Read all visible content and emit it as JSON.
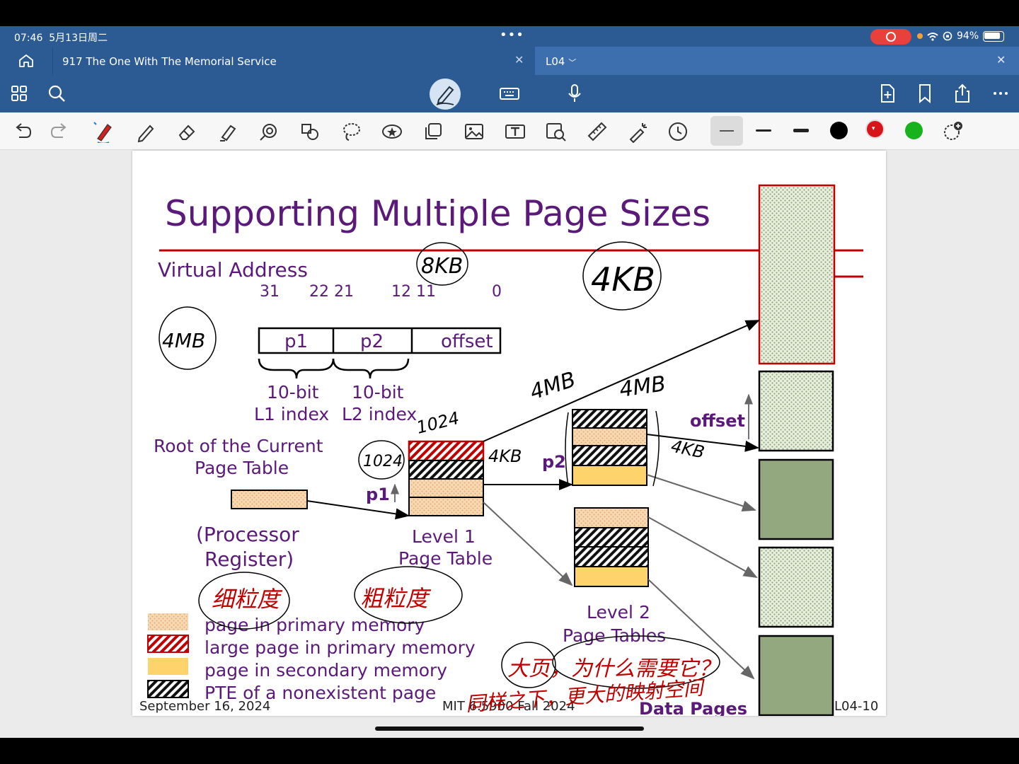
{
  "status_bar": {
    "time": "07:46",
    "date": "5月13日周二",
    "battery": "94%"
  },
  "tabs": [
    {
      "title": "917 The One With The Memorial Service"
    },
    {
      "title": "L04"
    }
  ],
  "colors": {
    "accent": "#2c5b94",
    "title": "#5b1a7a",
    "red_line": "#c00000",
    "purple_text": "#5b1a7a"
  },
  "slide": {
    "title": "Supporting Multiple Page Sizes",
    "va_label": "Virtual Address",
    "bits": [
      "31",
      "22 21",
      "12 11",
      "0"
    ],
    "fields": [
      "p1",
      "p2",
      "offset"
    ],
    "idx1_a": "10-bit",
    "idx1_b": "L1 index",
    "idx2_a": "10-bit",
    "idx2_b": "L2 index",
    "root_a": "Root of the Current",
    "root_b": "Page Table",
    "proc_a": "(Processor",
    "proc_b": "Register)",
    "l1_a": "Level 1",
    "l1_b": "Page Table",
    "l2_a": "Level 2",
    "l2_b": "Page Tables",
    "p1": "p1",
    "p2": "p2",
    "offset_label": "offset",
    "data_pages": "Data Pages",
    "legend": [
      "page in primary memory",
      "large page in primary memory",
      "page in secondary memory",
      "PTE of a nonexistent page"
    ],
    "footer_date": "September 16, 2024",
    "footer_course": "MIT 6.5900 Fall 2024",
    "footer_page": "L04-10"
  },
  "annotations": {
    "a8kb": "8KB",
    "a4kb": "4KB",
    "a4mb": "4MB",
    "a4mb2": "4MB",
    "a4mb3": "4MB",
    "a1024": "1024",
    "a1024b": "1024",
    "a4kb2": "4KB",
    "a4kb3": "4KB",
    "fine": "细粒度",
    "coarse": "粗粒度",
    "q1": "大页，为什么需要它？",
    "q2": "同样之下，更大的映射空间"
  }
}
